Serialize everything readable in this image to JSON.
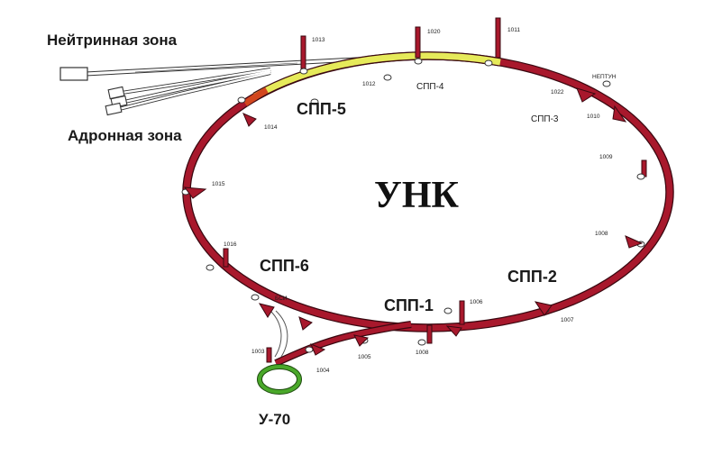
{
  "labels": {
    "neutrino_zone": "Нейтринная зона",
    "hadron_zone": "Адронная зона",
    "main": "УНК",
    "u70": "У-70",
    "bsi": "БСИ",
    "neptun": "НЕПТУН"
  },
  "sections": {
    "spp1": "СПП-1",
    "spp2": "СПП-2",
    "spp3": "СПП-3",
    "spp4": "СПП-4",
    "spp5": "СПП-5",
    "spp6": "СПП-6"
  },
  "halls": {
    "h1003": "1003",
    "h1004": "1004",
    "h1005": "1005",
    "h1006": "1006",
    "h1007": "1007",
    "h1008a": "1008",
    "h1008b": "1008",
    "h1009": "1009",
    "h1010": "1010",
    "h1011": "1011",
    "h1012": "1012",
    "h1013": "1013",
    "h1014": "1014",
    "h1015": "1015",
    "h1016": "1016",
    "h1020": "1020",
    "h1022": "1022"
  },
  "colors": {
    "ring": "#a8182c",
    "ring_dark": "#6a0d1a",
    "transfer": "#e6ea5a",
    "booster": "#4aa82a"
  }
}
